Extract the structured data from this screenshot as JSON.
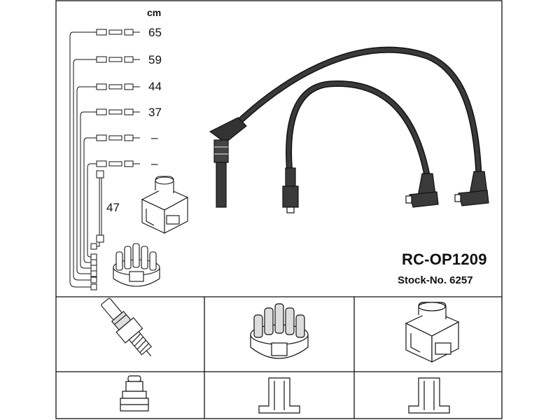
{
  "panel": {
    "unit_label": "cm",
    "lengths": [
      "65",
      "59",
      "44",
      "37",
      "–",
      "–"
    ],
    "coil_lead_length": "47",
    "product_code": "RC-OP1209",
    "stock_label": "Stock-No. 6257"
  },
  "colors": {
    "line": "#111111",
    "background": "#ffffff",
    "fill_gray": "#bdbdbd"
  },
  "icons": [
    "spark-plug-icon",
    "distributor-cap-icon",
    "ignition-coil-icon",
    "plug-terminal-icon",
    "cap-terminal-icon",
    "coil-terminal-icon"
  ]
}
